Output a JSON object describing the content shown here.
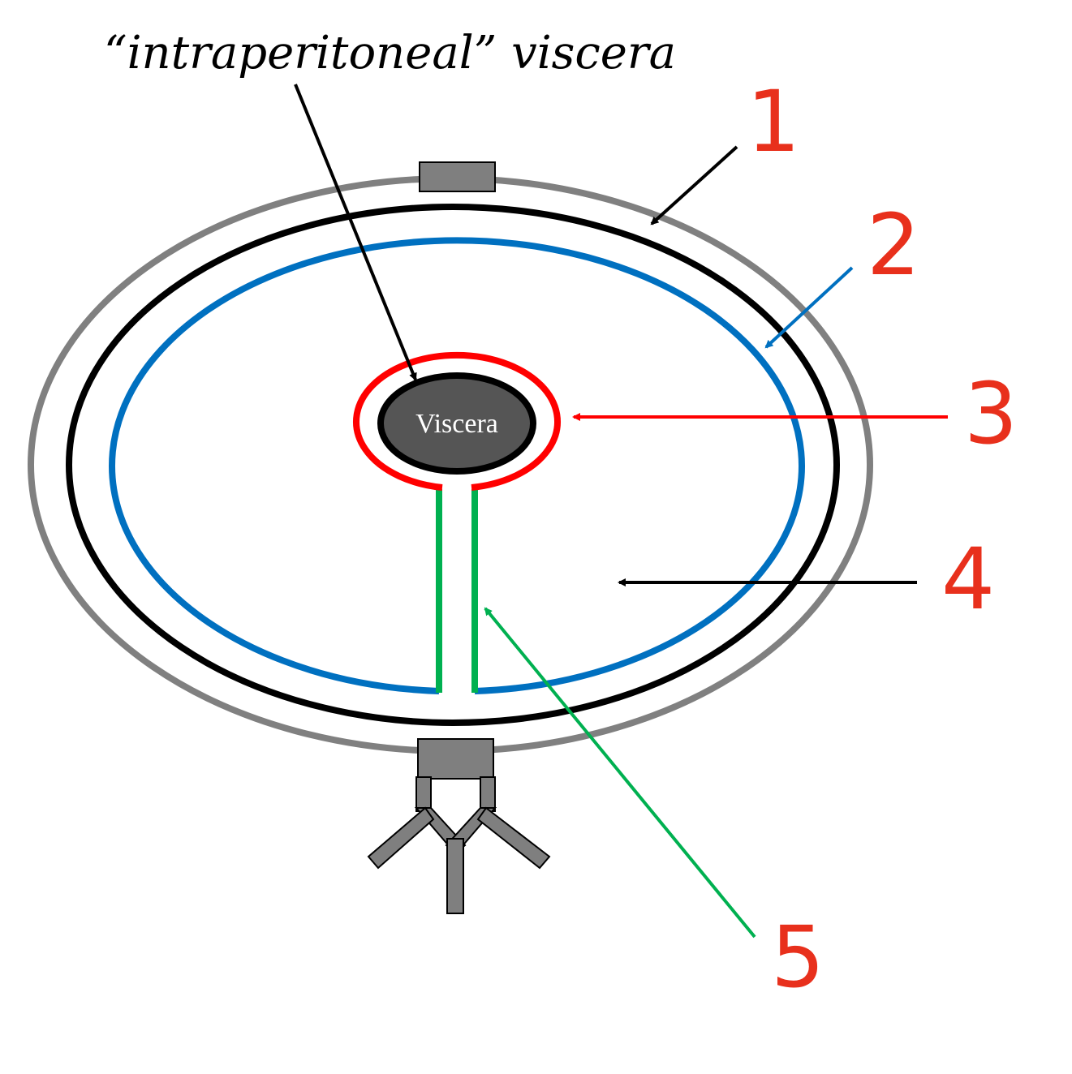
{
  "title": "“intraperitoneal” viscera",
  "viscera_label": "Viscera",
  "labels": {
    "one": "1",
    "two": "2",
    "three": "3",
    "four": "4",
    "five": "5"
  },
  "colors": {
    "outer_ring": "#808080",
    "ring_1": "#000000",
    "ring_2": "#0070C0",
    "ring_3": "#FF0000",
    "mesentery_5": "#00B050",
    "label_red": "#E8301C",
    "viscera_fill": "#555555",
    "block_fill": "#7F7F7F"
  }
}
